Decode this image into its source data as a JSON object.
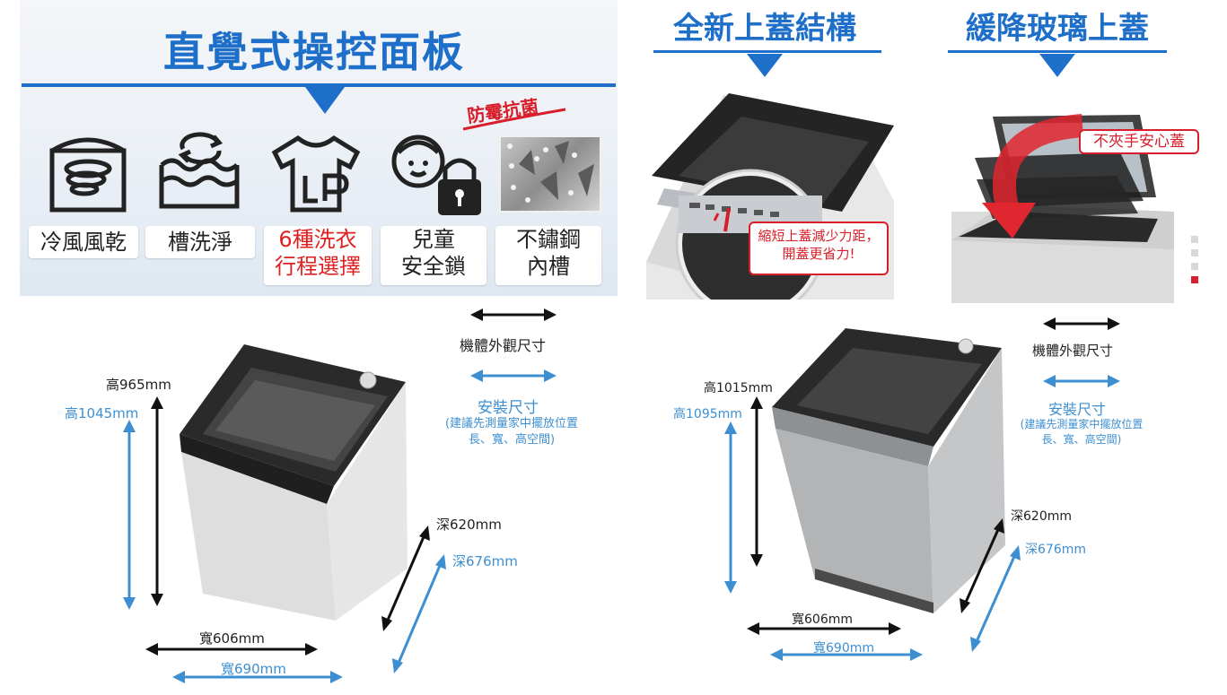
{
  "left_panel": {
    "title": "直覺式操控面板",
    "badge": "防霉抗菌",
    "features": [
      {
        "label": "冷風風乾",
        "icon": "cold-air-dry-icon"
      },
      {
        "label": "槽洗淨",
        "icon": "tub-clean-icon"
      },
      {
        "label": "6種洗衣\n行程選擇",
        "icon": "shirt-lp-icon"
      },
      {
        "label": "兒童\n安全鎖",
        "icon": "child-lock-icon"
      },
      {
        "label": "不鏽鋼\n內槽",
        "icon": "stainless-drum-icon"
      }
    ],
    "accent_color": "#1e6fc9"
  },
  "top_right": {
    "lid_title": "全新上蓋結構",
    "lid_callout": "縮短上蓋減少力距，\n開蓋更省力!",
    "glass_title": "緩降玻璃上蓋",
    "glass_callout": "不夾手安心蓋"
  },
  "left_machine": {
    "height_black": "高965mm",
    "height_blue": "高1045mm",
    "width_black": "寬606mm",
    "width_blue": "寬690mm",
    "depth_black": "深620mm",
    "depth_blue": "深676mm"
  },
  "right_machine": {
    "height_black": "高1015mm",
    "height_blue": "高1095mm",
    "width_black": "寬606mm",
    "width_blue": "寬690mm",
    "depth_black": "深620mm",
    "depth_blue": "深676mm"
  },
  "legend": {
    "exterior": "機體外觀尺寸",
    "install": "安裝尺寸",
    "note_line1": "(建議先測量家中擺放位置",
    "note_line2": "長、寬、高空間)"
  }
}
